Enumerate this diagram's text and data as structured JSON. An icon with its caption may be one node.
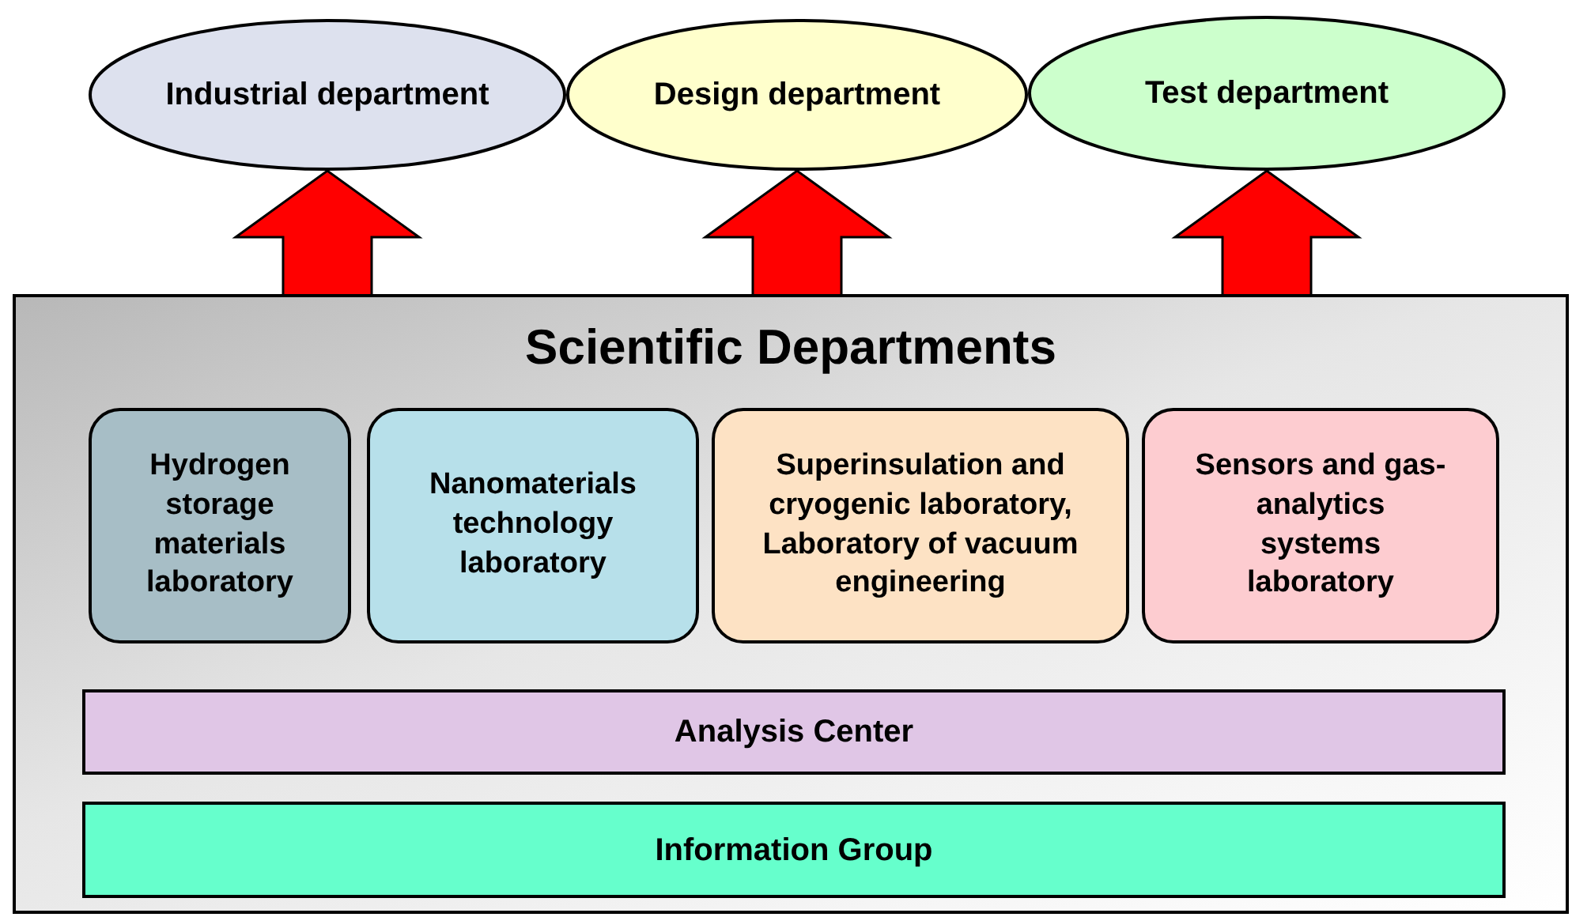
{
  "diagram": {
    "nodes": [
      {
        "text": [
          "Industrial department"
        ]
      },
      {
        "text": [
          "Design department"
        ]
      },
      {
        "text": [
          "Test department"
        ]
      },
      {
        "text": [
          "Scientific Departments"
        ]
      },
      {
        "text": [
          "Hydrogen storage materials laboratory"
        ],
        "in": 3
      },
      {
        "text": [
          "Nanomaterials technology laboratory"
        ],
        "in": 3
      },
      {
        "text": [
          "Superinsulation and cryogenic laboratory, Laboratory of vacuum engineering"
        ],
        "in": 3
      },
      {
        "text": [
          "Sensors and gas-analytics systems laboratory"
        ],
        "in": 3
      },
      {
        "text": [
          "Analysis Center"
        ],
        "in": 3
      },
      {
        "text": [
          "Information Group"
        ],
        "in": 3
      }
    ],
    "edges": [
      {
        "from": 3,
        "to": 0,
        "arrow": "to",
        "style": "thick",
        "color": "#ff0000"
      },
      {
        "from": 3,
        "to": 1,
        "arrow": "to",
        "style": "thick",
        "color": "#ff0000"
      },
      {
        "from": 3,
        "to": 2,
        "arrow": "to",
        "style": "thick",
        "color": "#ff0000"
      }
    ]
  }
}
